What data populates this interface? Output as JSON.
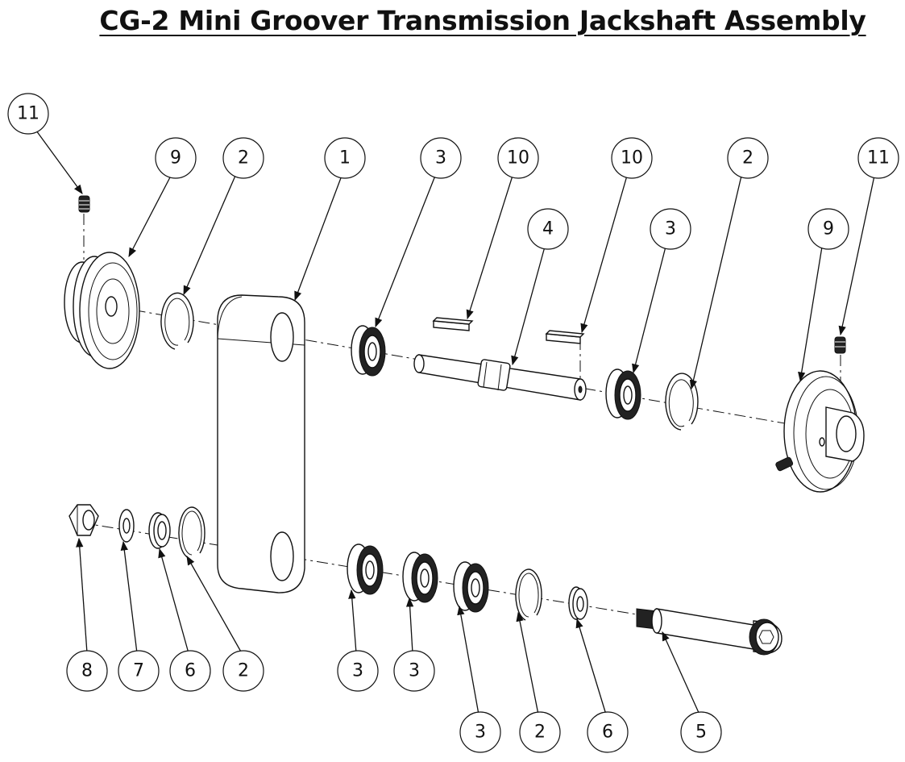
{
  "title": "CG-2 Mini Groover Transmission Jackshaft Assembly",
  "callouts": {
    "c11a": "11",
    "c9a": "9",
    "c2a": "2",
    "c1": "1",
    "c3a": "3",
    "c10a": "10",
    "c10b": "10",
    "c2b": "2",
    "c11b": "11",
    "c4": "4",
    "c3b": "3",
    "c9b": "9",
    "c8": "8",
    "c7": "7",
    "c6a": "6",
    "c2c": "2",
    "c3c": "3",
    "c3d": "3",
    "c3e": "3",
    "c2d": "2",
    "c6b": "6",
    "c5": "5"
  }
}
